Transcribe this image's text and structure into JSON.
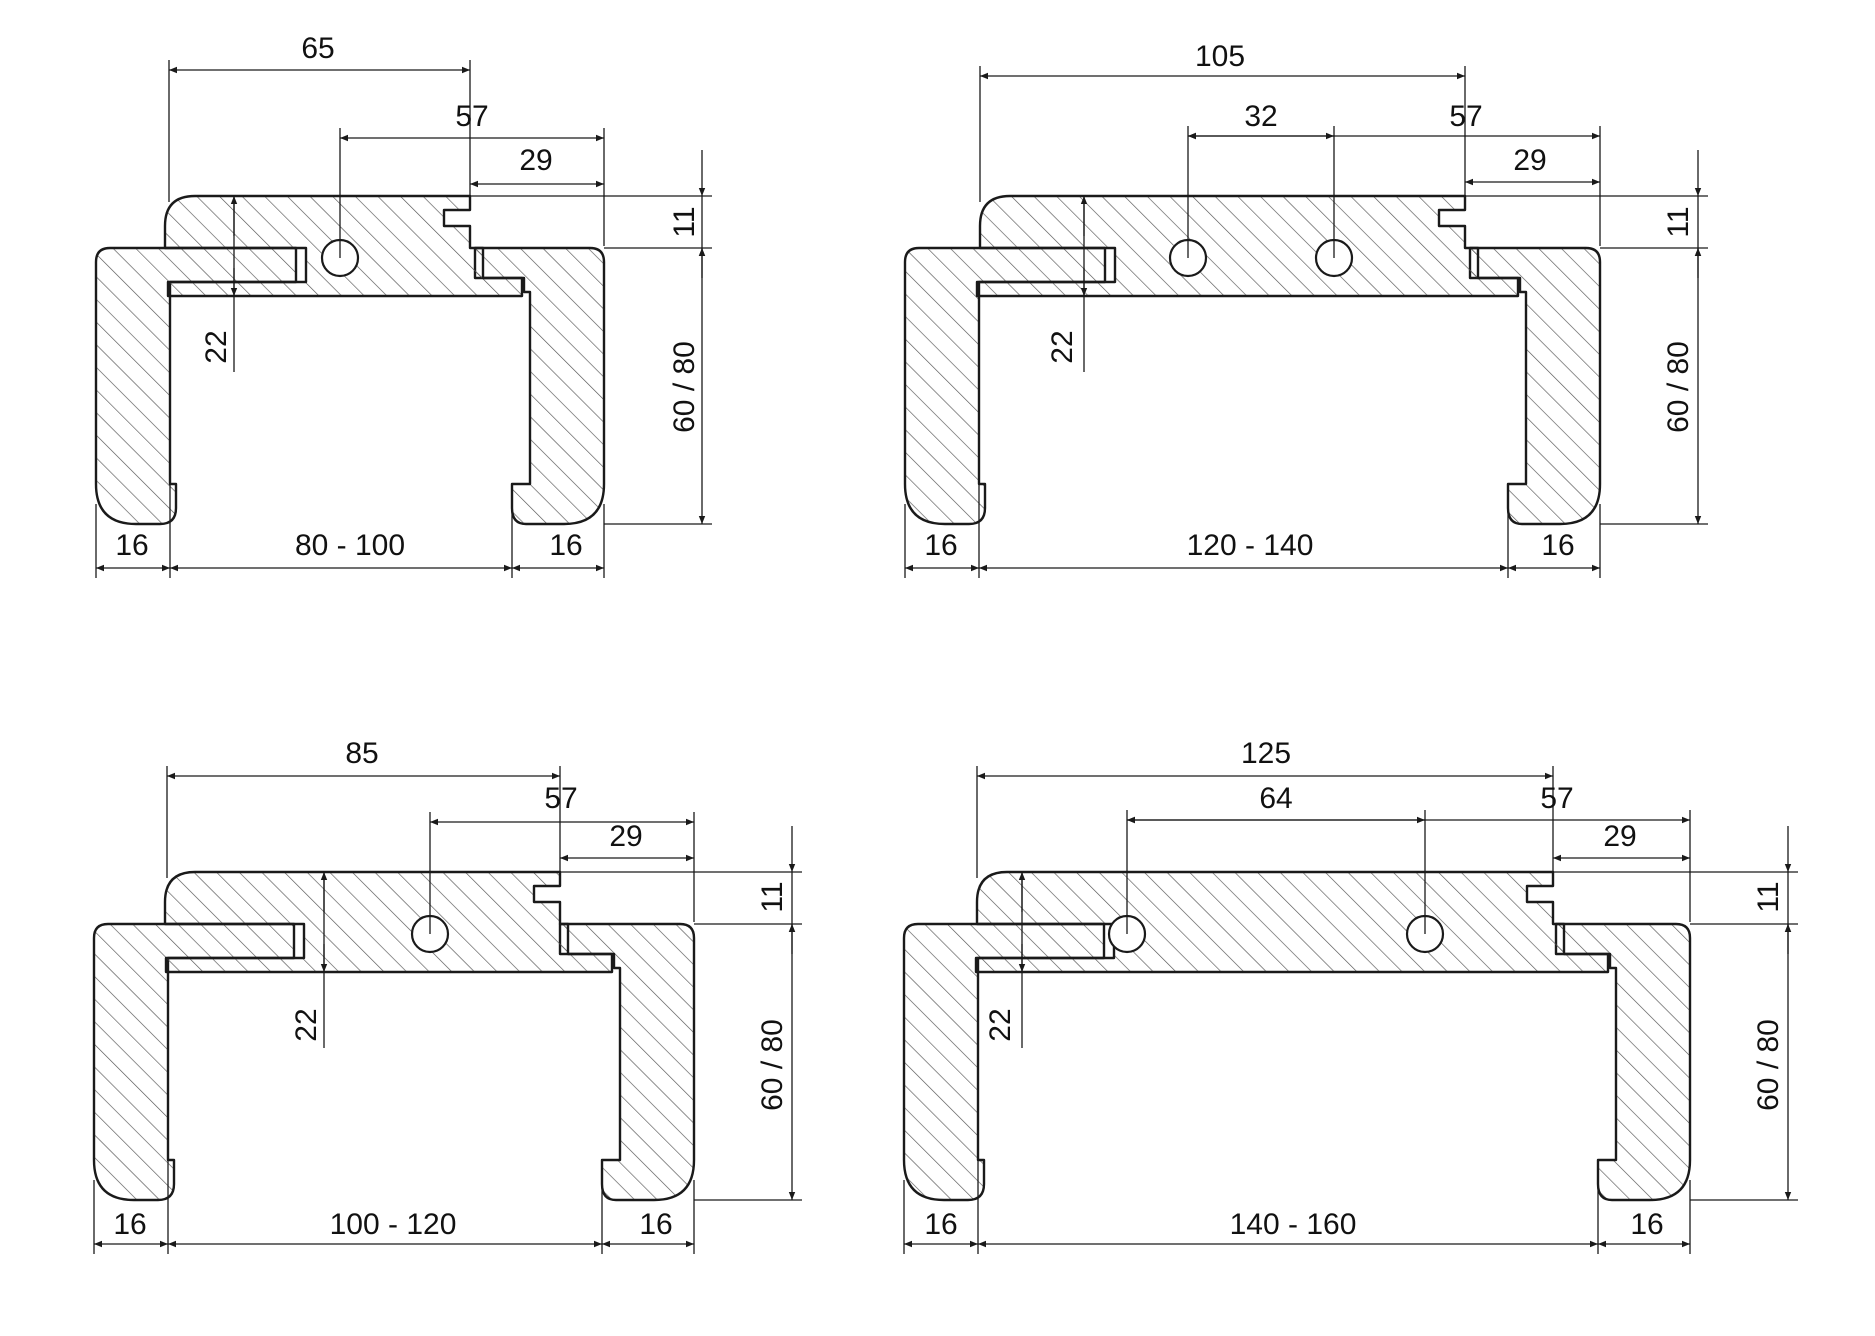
{
  "colors": {
    "line": "#1a1a1a",
    "hatch": "#555555",
    "background": "#ffffff"
  },
  "profiles": [
    {
      "id": "tl",
      "width_total": "65",
      "dim_57": "57",
      "dim_29": "29",
      "dim_11": "11",
      "dim_22": "22",
      "dim_height": "60 / 80",
      "dim_left": "16",
      "dim_span": "80 - 100",
      "dim_right": "16"
    },
    {
      "id": "tr",
      "width_total": "105",
      "hole_spacing": "32",
      "dim_57": "57",
      "dim_29": "29",
      "dim_11": "11",
      "dim_22": "22",
      "dim_height": "60 / 80",
      "dim_left": "16",
      "dim_span": "120 - 140",
      "dim_right": "16"
    },
    {
      "id": "bl",
      "width_total": "85",
      "dim_57": "57",
      "dim_29": "29",
      "dim_11": "11",
      "dim_22": "22",
      "dim_height": "60 / 80",
      "dim_left": "16",
      "dim_span": "100 - 120",
      "dim_right": "16"
    },
    {
      "id": "br",
      "width_total": "125",
      "hole_spacing": "64",
      "dim_57": "57",
      "dim_29": "29",
      "dim_11": "11",
      "dim_22": "22",
      "dim_height": "60 / 80",
      "dim_left": "16",
      "dim_span": "140 - 160",
      "dim_right": "16"
    }
  ]
}
